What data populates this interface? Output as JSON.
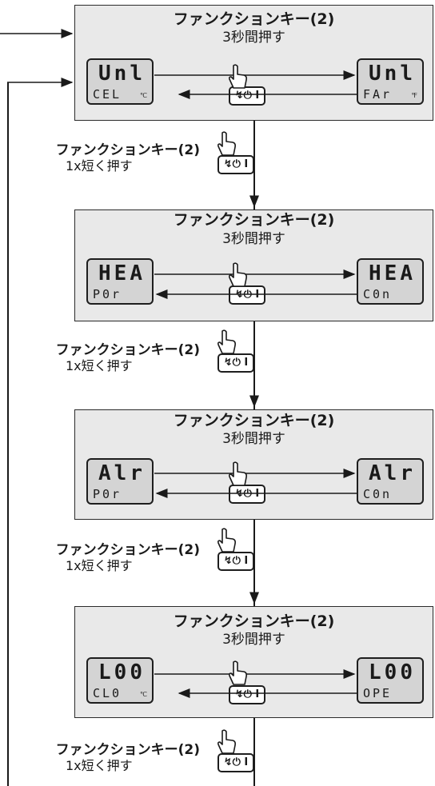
{
  "key_label": "ファンクションキー(2)",
  "hold_label": "3秒間押す",
  "short_press_label": "1x短く押す",
  "key_glyph": "↯⏻ I",
  "stages": [
    {
      "left": {
        "top": "Unl",
        "bottom": "CEL",
        "unit": "℃"
      },
      "right": {
        "top": "Unl",
        "bottom": "FAr",
        "unit": "℉"
      }
    },
    {
      "left": {
        "top": "HEA",
        "bottom": "P0r",
        "unit": ""
      },
      "right": {
        "top": "HEA",
        "bottom": "C0n",
        "unit": ""
      }
    },
    {
      "left": {
        "top": "Alr",
        "bottom": "P0r",
        "unit": ""
      },
      "right": {
        "top": "Alr",
        "bottom": "C0n",
        "unit": ""
      }
    },
    {
      "left": {
        "top": "L00",
        "bottom": "CL0",
        "unit": "℃"
      },
      "right": {
        "top": "L00",
        "bottom": "OPE",
        "unit": ""
      }
    }
  ]
}
